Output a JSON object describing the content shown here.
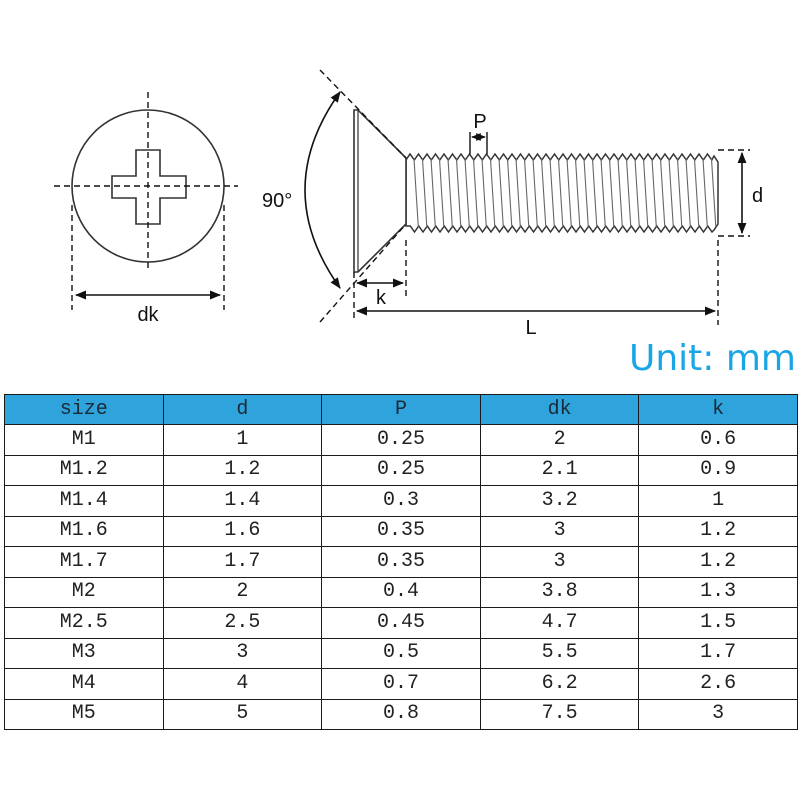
{
  "diagram": {
    "angle_label": "90°",
    "head_diameter_label": "dk",
    "pitch_label": "P",
    "diameter_label": "d",
    "head_height_label": "k",
    "length_label": "L"
  },
  "unit_label": "Unit: mm",
  "header_color": "#2ea3dc",
  "unit_color": "#1aa6e6",
  "table": {
    "columns": [
      "size",
      "d",
      "P",
      "dk",
      "k"
    ],
    "rows": [
      [
        "M1",
        "1",
        "0.25",
        "2",
        "0.6"
      ],
      [
        "M1.2",
        "1.2",
        "0.25",
        "2.1",
        "0.9"
      ],
      [
        "M1.4",
        "1.4",
        "0.3",
        "3.2",
        "1"
      ],
      [
        "M1.6",
        "1.6",
        "0.35",
        "3",
        "1.2"
      ],
      [
        "M1.7",
        "1.7",
        "0.35",
        "3",
        "1.2"
      ],
      [
        "M2",
        "2",
        "0.4",
        "3.8",
        "1.3"
      ],
      [
        "M2.5",
        "2.5",
        "0.45",
        "4.7",
        "1.5"
      ],
      [
        "M3",
        "3",
        "0.5",
        "5.5",
        "1.7"
      ],
      [
        "M4",
        "4",
        "0.7",
        "6.2",
        "2.6"
      ],
      [
        "M5",
        "5",
        "0.8",
        "7.5",
        "3"
      ]
    ]
  }
}
